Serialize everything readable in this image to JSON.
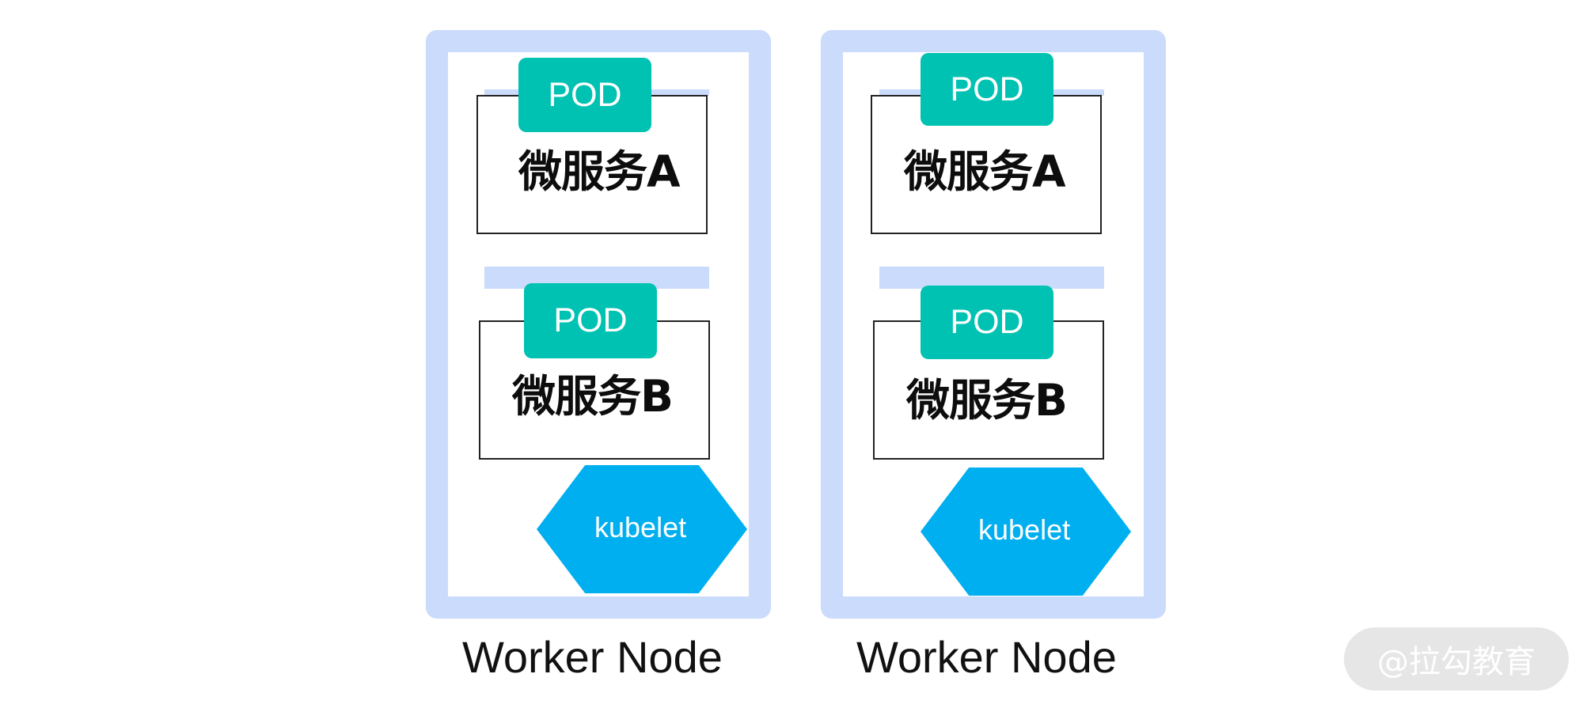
{
  "nodes": [
    {
      "caption": "Worker Node",
      "pods": [
        {
          "badge": "POD",
          "service": "微服务A"
        },
        {
          "badge": "POD",
          "service": "微服务B"
        }
      ],
      "agent": "kubelet"
    },
    {
      "caption": "Worker Node",
      "pods": [
        {
          "badge": "POD",
          "service": "微服务A"
        },
        {
          "badge": "POD",
          "service": "微服务B"
        }
      ],
      "agent": "kubelet"
    }
  ],
  "watermark": "@拉勾教育",
  "colors": {
    "node_border": "#cadbfb",
    "pod_badge": "#00c2b2",
    "kubelet": "#00aff0",
    "service_border": "#222222"
  }
}
